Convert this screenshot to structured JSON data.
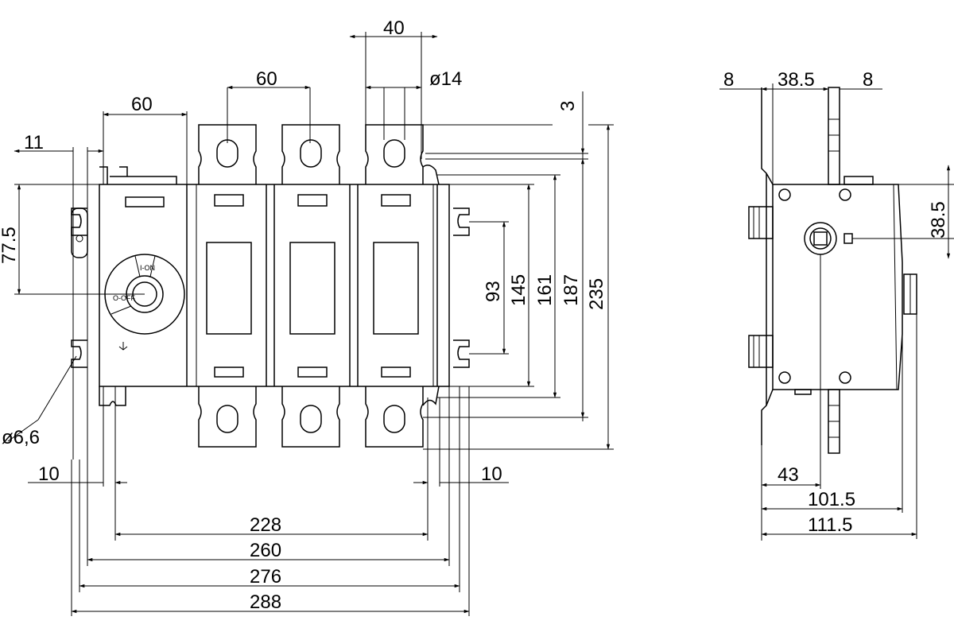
{
  "dimensions": {
    "top_40": "40",
    "top_60_terminal": "60",
    "dia_14": "ø14",
    "top_60_body": "60",
    "d_11": "11",
    "d_3": "3",
    "d_77_5": "77.5",
    "d_93": "93",
    "d_145": "145",
    "d_161": "161",
    "d_187": "187",
    "d_235": "235",
    "dia_6_6": "ø6,6",
    "d_10_left": "10",
    "d_10_right": "10",
    "d_228": "228",
    "d_260": "260",
    "d_276": "276",
    "d_288": "288",
    "side_8_left": "8",
    "side_38_5_top": "38.5",
    "side_8_right": "8",
    "side_38_5_right": "38.5",
    "side_43": "43",
    "side_101_5": "101.5",
    "side_111_5": "111.5"
  }
}
